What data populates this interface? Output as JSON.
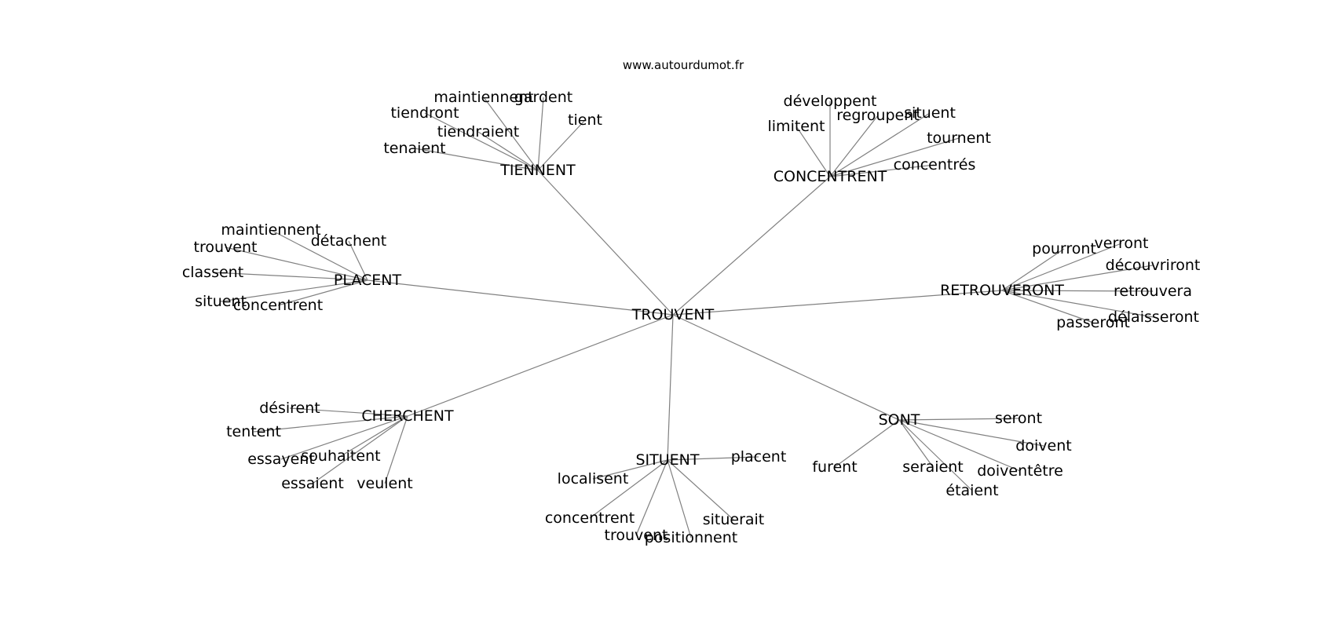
{
  "site": "www.autourdumot.fr",
  "graph": {
    "center": "TROUVENT",
    "clusters": [
      {
        "label": "TIENNENT",
        "leaves": [
          "maintiennent",
          "gardent",
          "tiendront",
          "tiendraient",
          "tient",
          "tenaient"
        ]
      },
      {
        "label": "CONCENTRENT",
        "leaves": [
          "développent",
          "regroupent",
          "situent",
          "limitent",
          "tournent",
          "concentrés"
        ]
      },
      {
        "label": "PLACENT",
        "leaves": [
          "maintiennent",
          "détachent",
          "trouvent",
          "classent",
          "situent",
          "concentrent"
        ]
      },
      {
        "label": "RETROUVERONT",
        "leaves": [
          "pourront",
          "verront",
          "découvriront",
          "retrouvera",
          "délaisseront",
          "passeront"
        ]
      },
      {
        "label": "CHERCHENT",
        "leaves": [
          "désirent",
          "tentent",
          "essayent",
          "souhaitent",
          "essaient",
          "veulent"
        ]
      },
      {
        "label": "SITUENT",
        "leaves": [
          "placent",
          "localisent",
          "concentrent",
          "trouvent",
          "positionnent",
          "situerait"
        ]
      },
      {
        "label": "SONT",
        "leaves": [
          "seront",
          "doivent",
          "furent",
          "seraient",
          "doiventêtre",
          "étaient"
        ]
      }
    ]
  }
}
